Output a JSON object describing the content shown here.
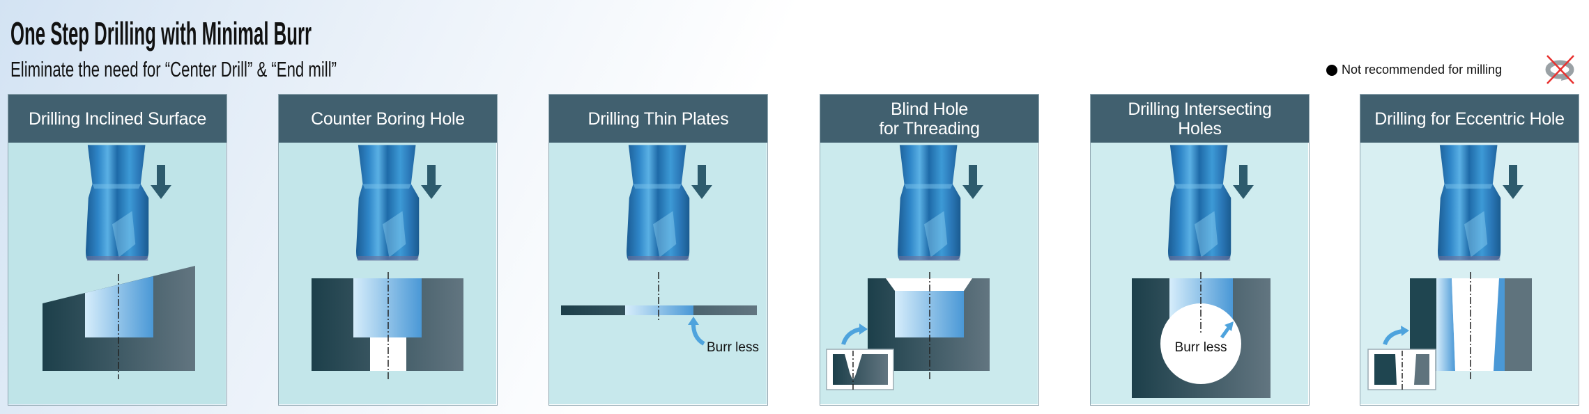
{
  "title": "One Step Drilling with Minimal Burr",
  "subtitle": "Eliminate the need for “Center Drill” & “End mill”",
  "legend": {
    "text": "Not recommended for milling",
    "icon": "no-milling-icon"
  },
  "panels": [
    {
      "header": "Drilling Inclined Surface"
    },
    {
      "header": "Counter Boring Hole"
    },
    {
      "header": "Drilling Thin Plates",
      "note": "Burr less"
    },
    {
      "header_line1": "Blind Hole",
      "header_line2": "for Threading"
    },
    {
      "header_line1": "Drilling Intersecting",
      "header_line2": "Holes",
      "note": "Burr less"
    },
    {
      "header": "Drilling for Eccentric Hole"
    }
  ],
  "colors": {
    "header_bg": "#41606f",
    "panel_bg": "#c2e5e9",
    "workpiece_dark": "#1c3f4a",
    "workpiece_light": "#627580",
    "hole_light": "#d6edfb",
    "hole_dark": "#4a98d6",
    "arrow": "#2d5b6d",
    "burr_arrow": "#4ea3dd"
  }
}
